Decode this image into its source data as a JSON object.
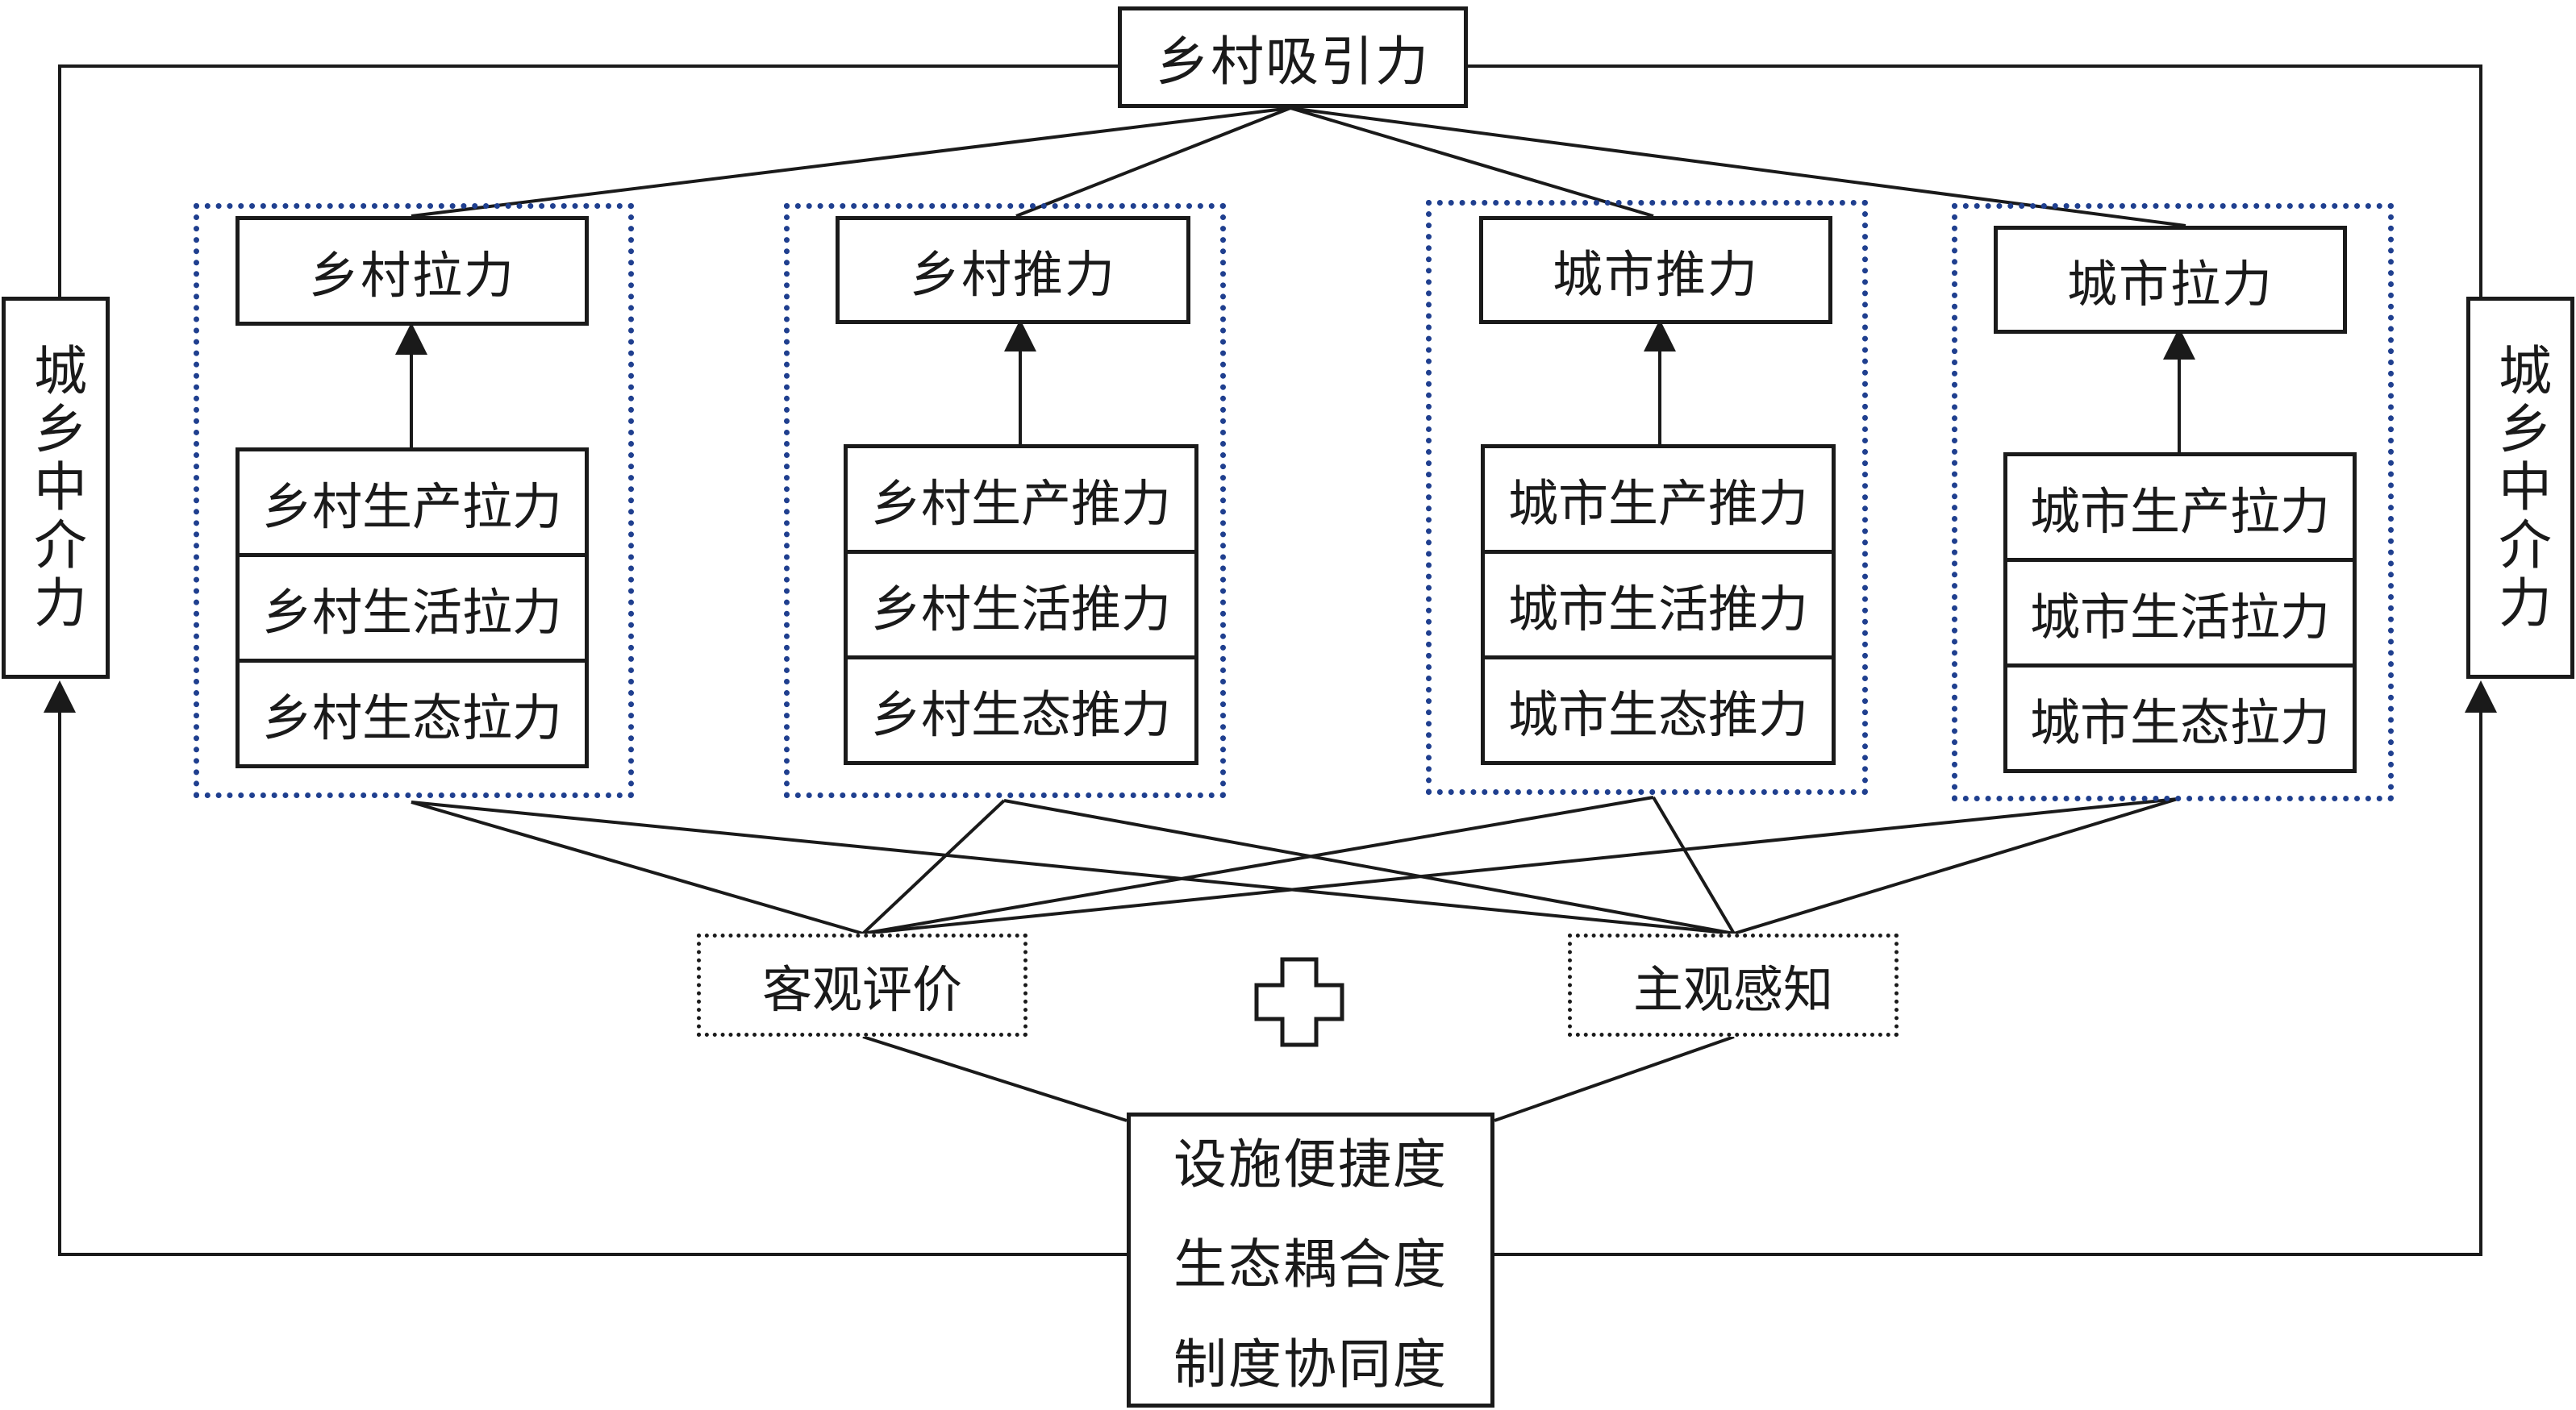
{
  "top": {
    "label": "乡村吸引力"
  },
  "sides": {
    "left": "城乡中介力",
    "right": "城乡中介力"
  },
  "groups": [
    {
      "head": "乡村拉力",
      "items": [
        "乡村生产拉力",
        "乡村生活拉力",
        "乡村生态拉力"
      ]
    },
    {
      "head": "乡村推力",
      "items": [
        "乡村生产推力",
        "乡村生活推力",
        "乡村生态推力"
      ]
    },
    {
      "head": "城市推力",
      "items": [
        "城市生产推力",
        "城市生活推力",
        "城市生态推力"
      ]
    },
    {
      "head": "城市拉力",
      "items": [
        "城市生产拉力",
        "城市生活拉力",
        "城市生态拉力"
      ]
    }
  ],
  "evaluation": {
    "objective": "客观评价",
    "subjective": "主观感知"
  },
  "bottom": {
    "lines": [
      "设施便捷度",
      "生态耦合度",
      "制度协同度"
    ]
  }
}
